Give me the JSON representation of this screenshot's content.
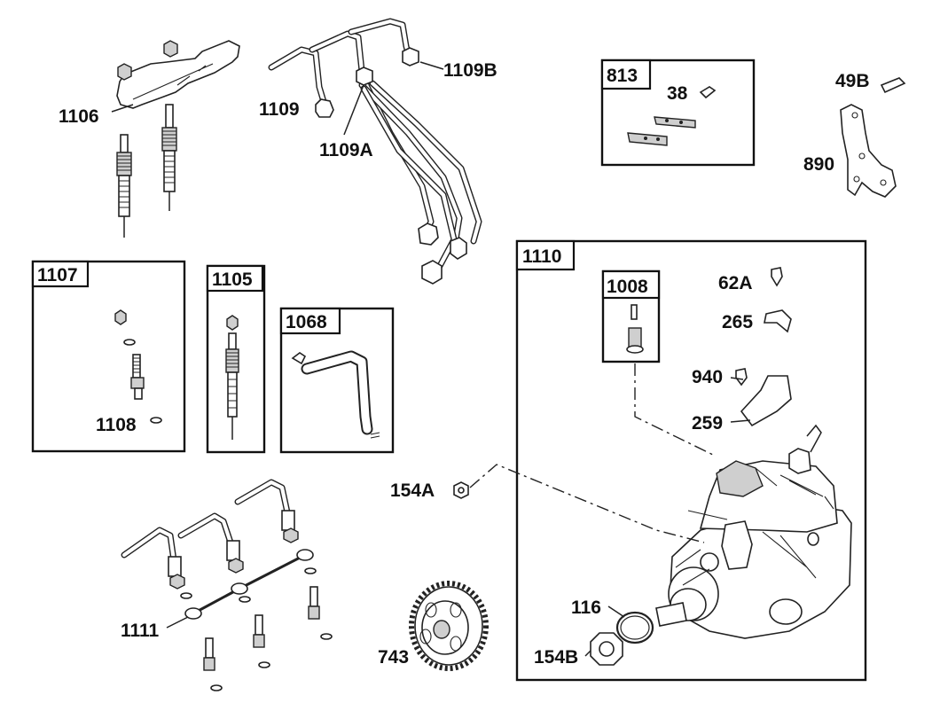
{
  "diagram": {
    "labels": {
      "l1106": "1106",
      "l1109": "1109",
      "l1109A": "1109A",
      "l1109B": "1109B",
      "l38": "38",
      "l49B": "49B",
      "l890": "890",
      "l1108": "1108",
      "l62A": "62A",
      "l265": "265",
      "l940": "940",
      "l259": "259",
      "l154A": "154A",
      "l116": "116",
      "l154B": "154B",
      "l743": "743",
      "l1111": "1111"
    },
    "boxes": {
      "b813": "813",
      "b1107": "1107",
      "b1105": "1105",
      "b1068": "1068",
      "b1110": "1110",
      "b1008": "1008"
    }
  }
}
